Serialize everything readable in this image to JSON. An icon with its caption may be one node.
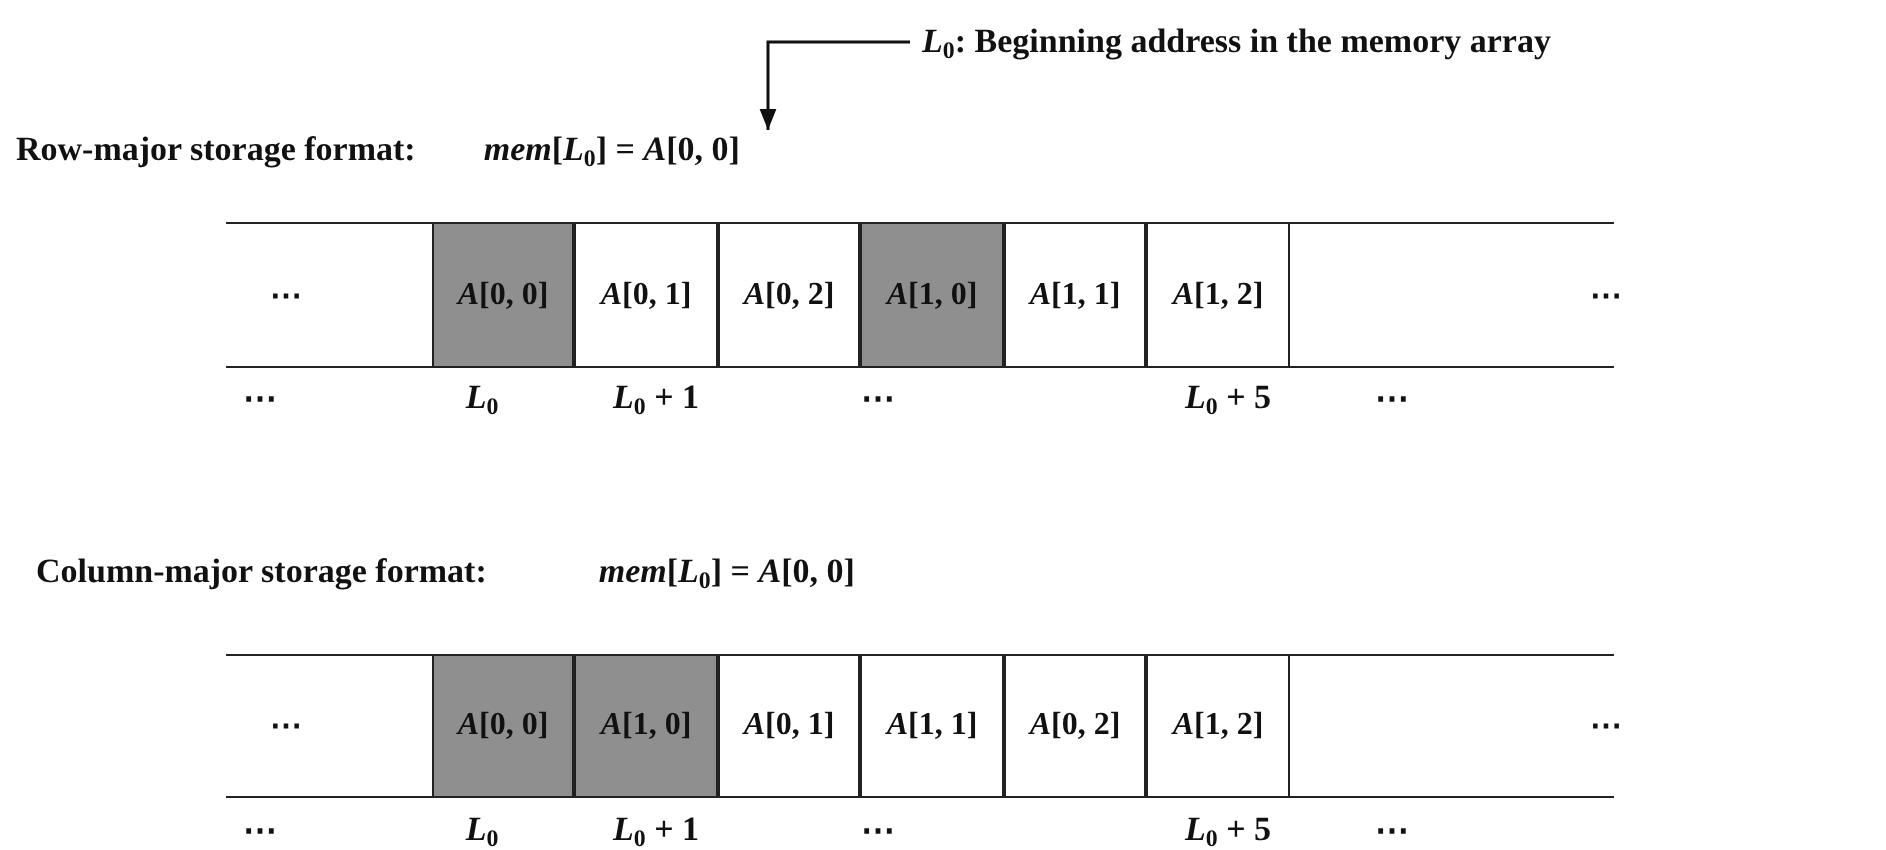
{
  "diagram": {
    "nodes": [
      {
        "text": [
          "*L*$_{0}$: Beginning address in the memory array"
        ]
      },
      {
        "text": [
          "Row-major storage format:",
          "*mem*[*L*$_{0}$] = *A*[0, 0]"
        ]
      },
      {
        "text": [],
        "shape": "bar"
      },
      {
        "text": [
          "⋯"
        ],
        "in": 2
      },
      {
        "text": [
          "*A*[0, 0]"
        ],
        "in": 2
      },
      {
        "text": [
          "*A*[0, 1]"
        ],
        "in": 2
      },
      {
        "text": [
          "*A*[0, 2]"
        ],
        "in": 2
      },
      {
        "text": [
          "*A*[1, 0]"
        ],
        "in": 2
      },
      {
        "text": [
          "*A*[1, 1]"
        ],
        "in": 2
      },
      {
        "text": [
          "*A*[1, 2]"
        ],
        "in": 2
      },
      {
        "text": [
          "⋯"
        ],
        "in": 2
      },
      {
        "text": [
          "Column-major storage format:",
          "*mem*[*L*$_{0}$] = *A*[0, 0]"
        ]
      },
      {
        "text": [],
        "shape": "bar"
      },
      {
        "text": [
          "⋯"
        ],
        "in": 12
      },
      {
        "text": [
          "*A*[0, 0]"
        ],
        "in": 12
      },
      {
        "text": [
          "*A*[1, 0]"
        ],
        "in": 12
      },
      {
        "text": [
          "*A*[0, 1]"
        ],
        "in": 12
      },
      {
        "text": [
          "*A*[1, 1]"
        ],
        "in": 12
      },
      {
        "text": [
          "*A*[0, 2]"
        ],
        "in": 12
      },
      {
        "text": [
          "*A*[1, 2]"
        ],
        "in": 12
      },
      {
        "text": [
          "⋯"
        ],
        "in": 12
      }
    ],
    "edges": [
      {
        "from": 0,
        "to": 1,
        "arrow": "to"
      }
    ],
    "labels": [
      "⋯",
      "*L*$_{0}$",
      "*L*$_{0}$ + 1",
      "⋯",
      "*L*$_{0}$ + 5",
      "⋯",
      "⋯",
      "*L*$_{0}$",
      "*L*$_{0}$ + 1",
      "⋯",
      "*L*$_{0}$ + 5",
      "⋯"
    ]
  }
}
